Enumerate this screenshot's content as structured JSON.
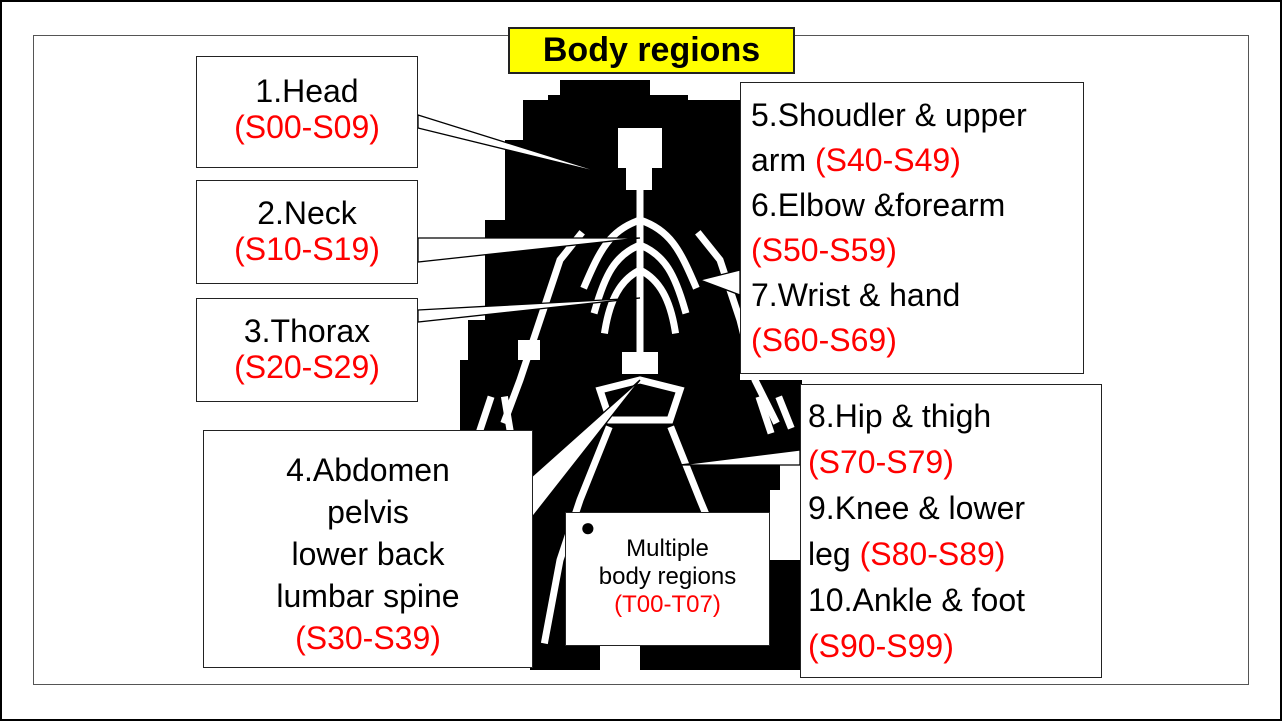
{
  "title": "Body regions",
  "colors": {
    "code": "#ff0000",
    "title_bg": "#ffff00",
    "silhouette": "#000000",
    "bones": "#ffffff"
  },
  "regions": [
    {
      "name": "1.Head",
      "code": "(S00-S09)"
    },
    {
      "name": "2.Neck",
      "code": "(S10-S19)"
    },
    {
      "name": "3.Thorax",
      "code": "(S20-S29)"
    },
    {
      "name_lines": [
        "4.Abdomen",
        "pelvis",
        "lower back",
        "lumbar spine"
      ],
      "code": "(S30-S39)"
    },
    {
      "name": "5.Shoudler & upper",
      "name_cont": "arm",
      "code": "(S40-S49)"
    },
    {
      "name": "6.Elbow &forearm",
      "code": "(S50-S59)"
    },
    {
      "name": "7.Wrist & hand",
      "code": "(S60-S69)"
    },
    {
      "name": "8.Hip & thigh",
      "code": "(S70-S79)"
    },
    {
      "name": "9.Knee & lower",
      "name_cont": "leg",
      "code": "(S80-S89)"
    },
    {
      "name": "10.Ankle & foot",
      "code": "(S90-S99)"
    }
  ],
  "multiple": {
    "bullet": "●",
    "line1": "Multiple",
    "line2": "body regions",
    "code": "(T00-T07)"
  },
  "image_icon": "skeleton-figure"
}
